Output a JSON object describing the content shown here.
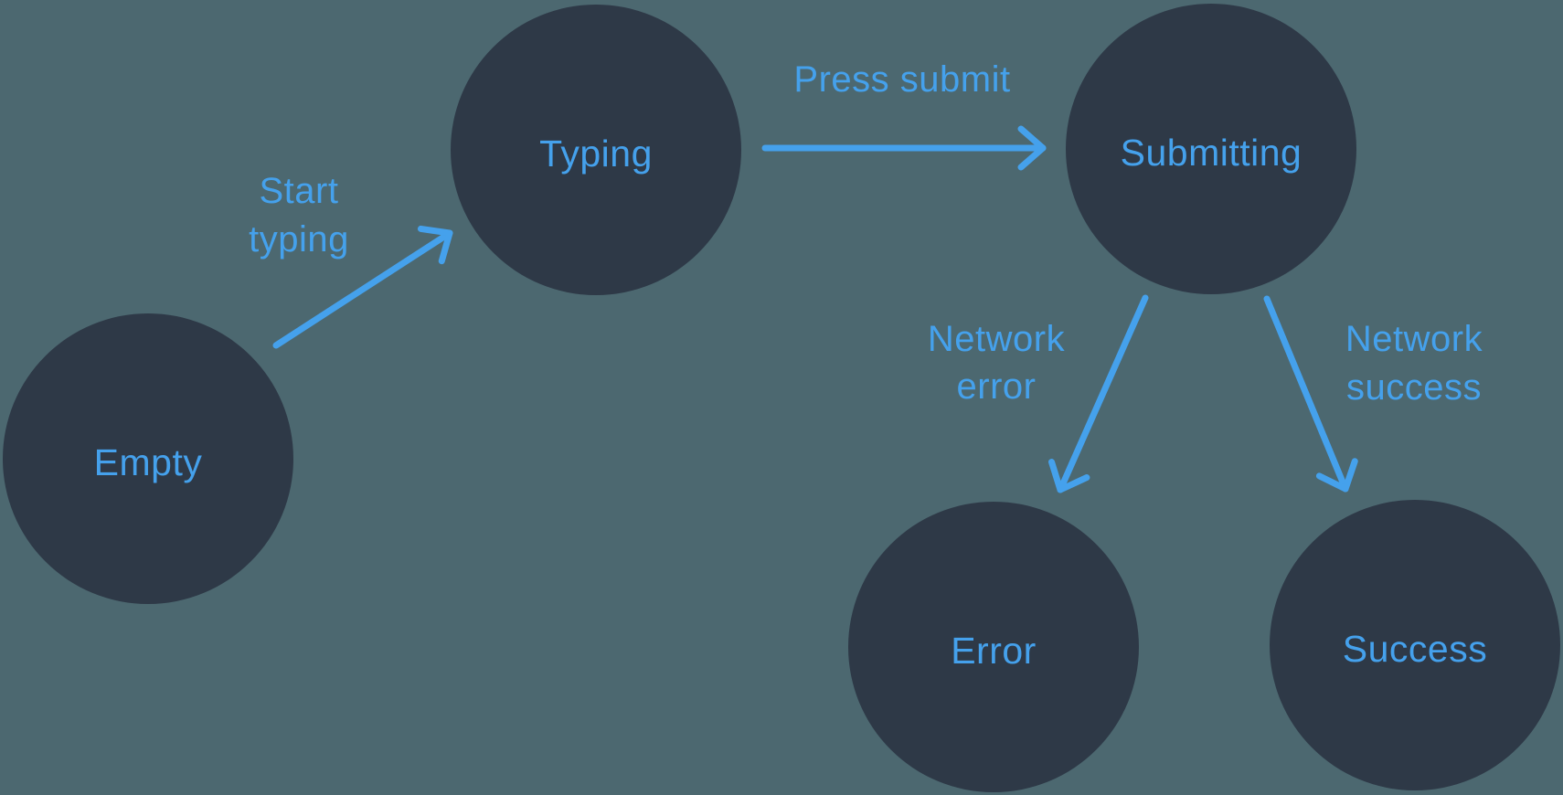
{
  "diagram": {
    "background_color": "#4C6870",
    "node_color": "#2E3947",
    "accent_color": "#45A1EC",
    "nodes": [
      {
        "id": "empty",
        "label": "Empty"
      },
      {
        "id": "typing",
        "label": "Typing"
      },
      {
        "id": "submitting",
        "label": "Submitting"
      },
      {
        "id": "error",
        "label": "Error"
      },
      {
        "id": "success",
        "label": "Success"
      }
    ],
    "edges": [
      {
        "from": "empty",
        "to": "typing",
        "label_lines": [
          "Start",
          "typing"
        ]
      },
      {
        "from": "typing",
        "to": "submitting",
        "label_lines": [
          "Press submit"
        ]
      },
      {
        "from": "submitting",
        "to": "error",
        "label_lines": [
          "Network",
          "error"
        ]
      },
      {
        "from": "submitting",
        "to": "success",
        "label_lines": [
          "Network",
          "success"
        ]
      }
    ]
  }
}
